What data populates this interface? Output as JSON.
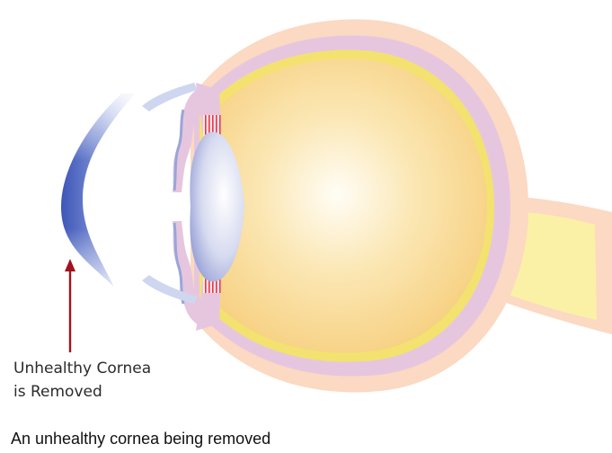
{
  "annotation": {
    "line1": "Unhealthy Cornea",
    "line2": "is Removed",
    "arrow_color": "#a3121e"
  },
  "caption": "An unhealthy cornea being removed",
  "colors": {
    "sclera_outer": "#fbd9c2",
    "choroid": "#e6c6df",
    "retina": "#f3e26f",
    "vitreous_center": "#fffdf6",
    "vitreous_edge": "#f6cf7e",
    "optic_nerve": "#fbf1a6",
    "lens_center": "#ffffff",
    "lens_edge": "#8c96d2",
    "cornea_dark": "#3d56b8",
    "cornea_light": "#dfe4f6",
    "ciliary_stripes": "#e23a4a"
  }
}
